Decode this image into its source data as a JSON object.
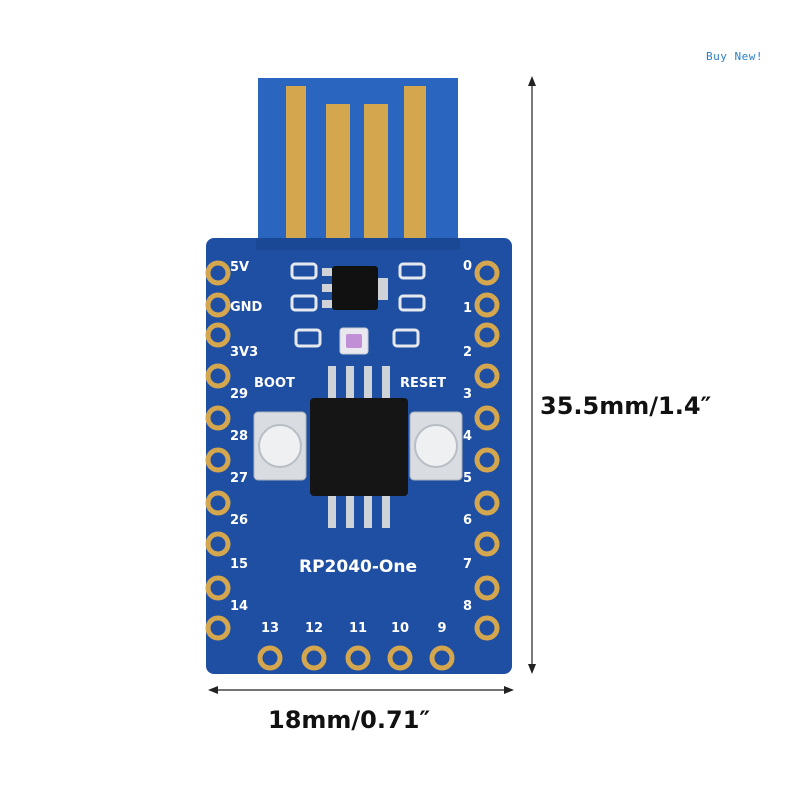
{
  "badge": "Buy  New!",
  "dimensions": {
    "height": "35.5mm/1.4″",
    "width": "18mm/0.71″"
  },
  "board": {
    "model": "RP2040-One",
    "buttons": {
      "boot": "BOOT",
      "reset": "RESET"
    },
    "left_pins": [
      "5V",
      "GND",
      "3V3",
      "29",
      "28",
      "27",
      "26",
      "15",
      "14"
    ],
    "right_pins": [
      "0",
      "1",
      "2",
      "3",
      "4",
      "5",
      "6",
      "7",
      "8"
    ],
    "bottom_pins": [
      "13",
      "12",
      "11",
      "10",
      "9"
    ]
  },
  "colors": {
    "pcb": "#1f4fa3",
    "gold": "#d4a64e",
    "badge": "#2a7fc9"
  }
}
